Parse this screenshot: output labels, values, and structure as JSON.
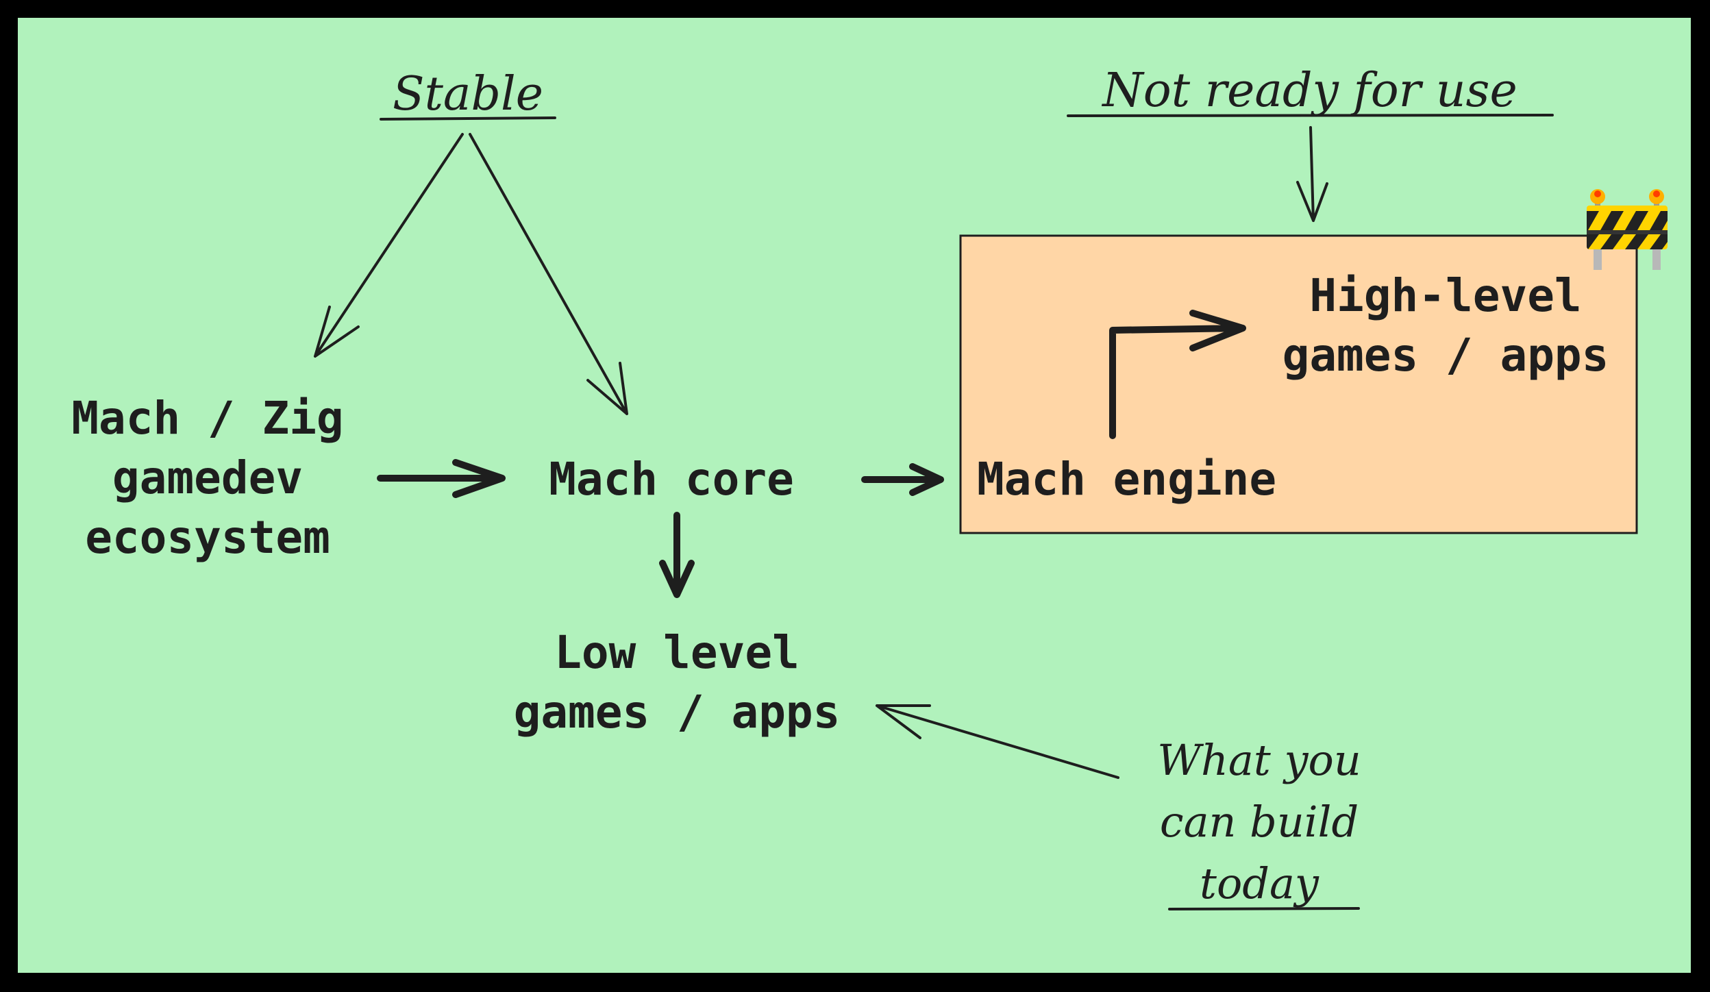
{
  "colors": {
    "frame": "#000000",
    "background": "#b1f2bc",
    "engine_box_fill": "#ffd6a6",
    "ink": "#1e1e1e"
  },
  "labels": {
    "stable": "Stable",
    "not_ready": "Not ready for use",
    "ecosystem": [
      "Mach / Zig",
      "gamedev",
      "ecosystem"
    ],
    "mach_core": "Mach core",
    "mach_engine": "Mach engine",
    "high_level": [
      "High-level",
      "games / apps"
    ],
    "low_level": [
      "Low level",
      "games / apps"
    ],
    "what_you_can_build": [
      "What you",
      "can build",
      "today"
    ]
  },
  "icons": {
    "barrier": "construction-barrier-icon"
  }
}
